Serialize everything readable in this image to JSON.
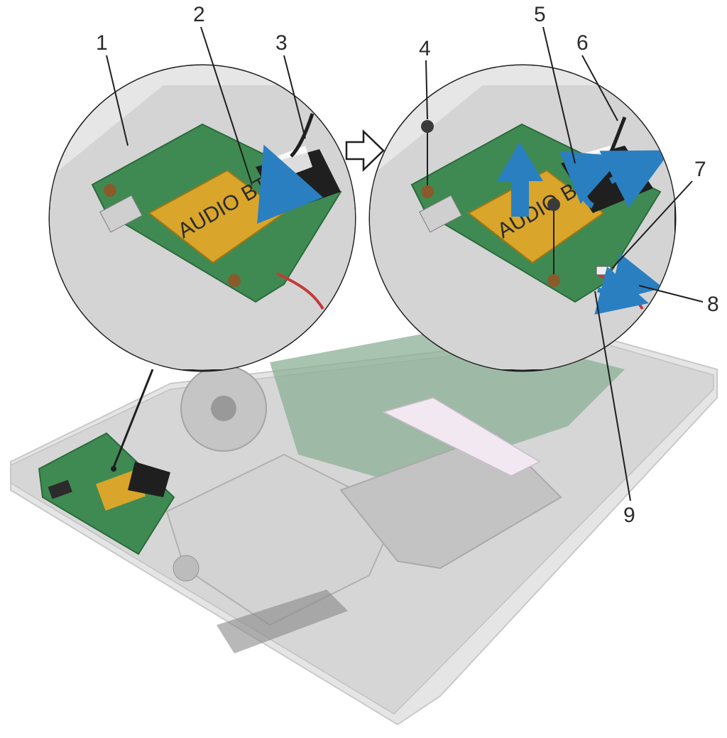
{
  "diagram": {
    "callouts": [
      {
        "id": "c1",
        "text": "1"
      },
      {
        "id": "c2",
        "text": "2"
      },
      {
        "id": "c3",
        "text": "3"
      },
      {
        "id": "c4",
        "text": "4"
      },
      {
        "id": "c5",
        "text": "5"
      },
      {
        "id": "c6",
        "text": "6"
      },
      {
        "id": "c7",
        "text": "7"
      },
      {
        "id": "c8",
        "text": "8"
      },
      {
        "id": "c9",
        "text": "9"
      }
    ],
    "card_reader_label": "AUDIO BTU",
    "colors": {
      "pcb": "#3f8a52",
      "pcb_dark": "#2c6a3c",
      "chassis": "#d6d6d6",
      "chassis_edge": "#bdbdbd",
      "arrow": "#2a7fc1",
      "gold": "#d9a52a",
      "line": "#1f1f1f"
    }
  }
}
